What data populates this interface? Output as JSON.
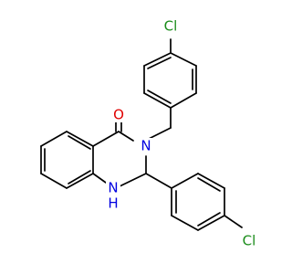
{
  "molecule": {
    "atoms": [
      {
        "id": "cl_top",
        "label": "Cl",
        "color": "#1a8c1a"
      },
      {
        "id": "o",
        "label": "O",
        "color": "#e00000"
      },
      {
        "id": "n3",
        "label": "N",
        "color": "#0000e0"
      },
      {
        "id": "nh",
        "label": "N",
        "color": "#0000e0"
      },
      {
        "id": "h",
        "label": "H",
        "color": "#0000e0"
      },
      {
        "id": "cl_bottom",
        "label": "Cl",
        "color": "#1a8c1a"
      }
    ]
  }
}
